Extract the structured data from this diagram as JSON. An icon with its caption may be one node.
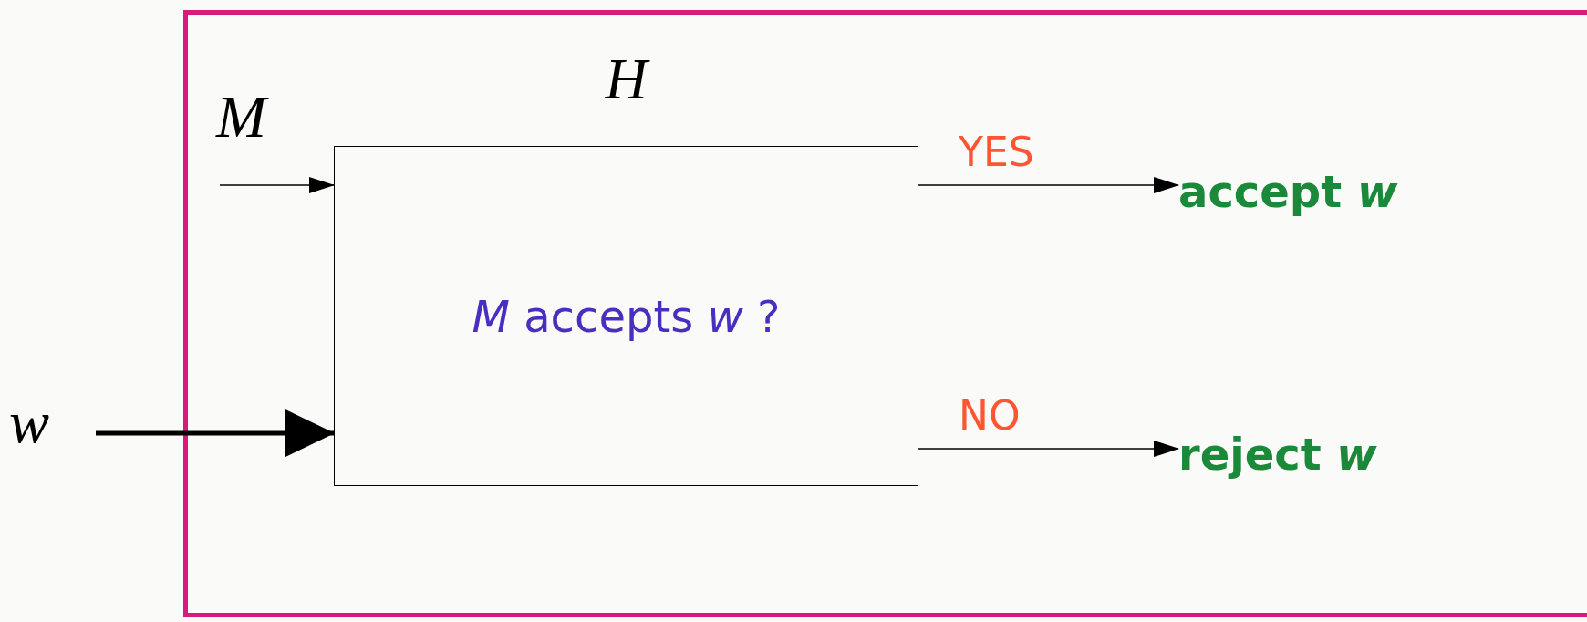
{
  "diagram": {
    "nodes": [
      {
        "text": [],
        "shape": "box"
      },
      {
        "text": [
          "H",
          "*M* accepts *w* ?"
        ],
        "in": 0
      },
      {
        "text": [
          "M"
        ],
        "in": 0
      },
      {
        "text": [
          "w"
        ]
      },
      {
        "text": [
          "accept *w*"
        ],
        "in": 0
      },
      {
        "text": [
          "reject *w*"
        ],
        "in": 0
      }
    ],
    "edges": [
      {
        "from": 2,
        "to": 1,
        "arrow": "to"
      },
      {
        "from": 3,
        "to": 1,
        "arrow": "to",
        "style": "thick"
      },
      {
        "from": 1,
        "to": 4,
        "arrow": "to",
        "label": "YES"
      },
      {
        "from": 1,
        "to": 5,
        "arrow": "to",
        "label": "NO"
      }
    ]
  }
}
